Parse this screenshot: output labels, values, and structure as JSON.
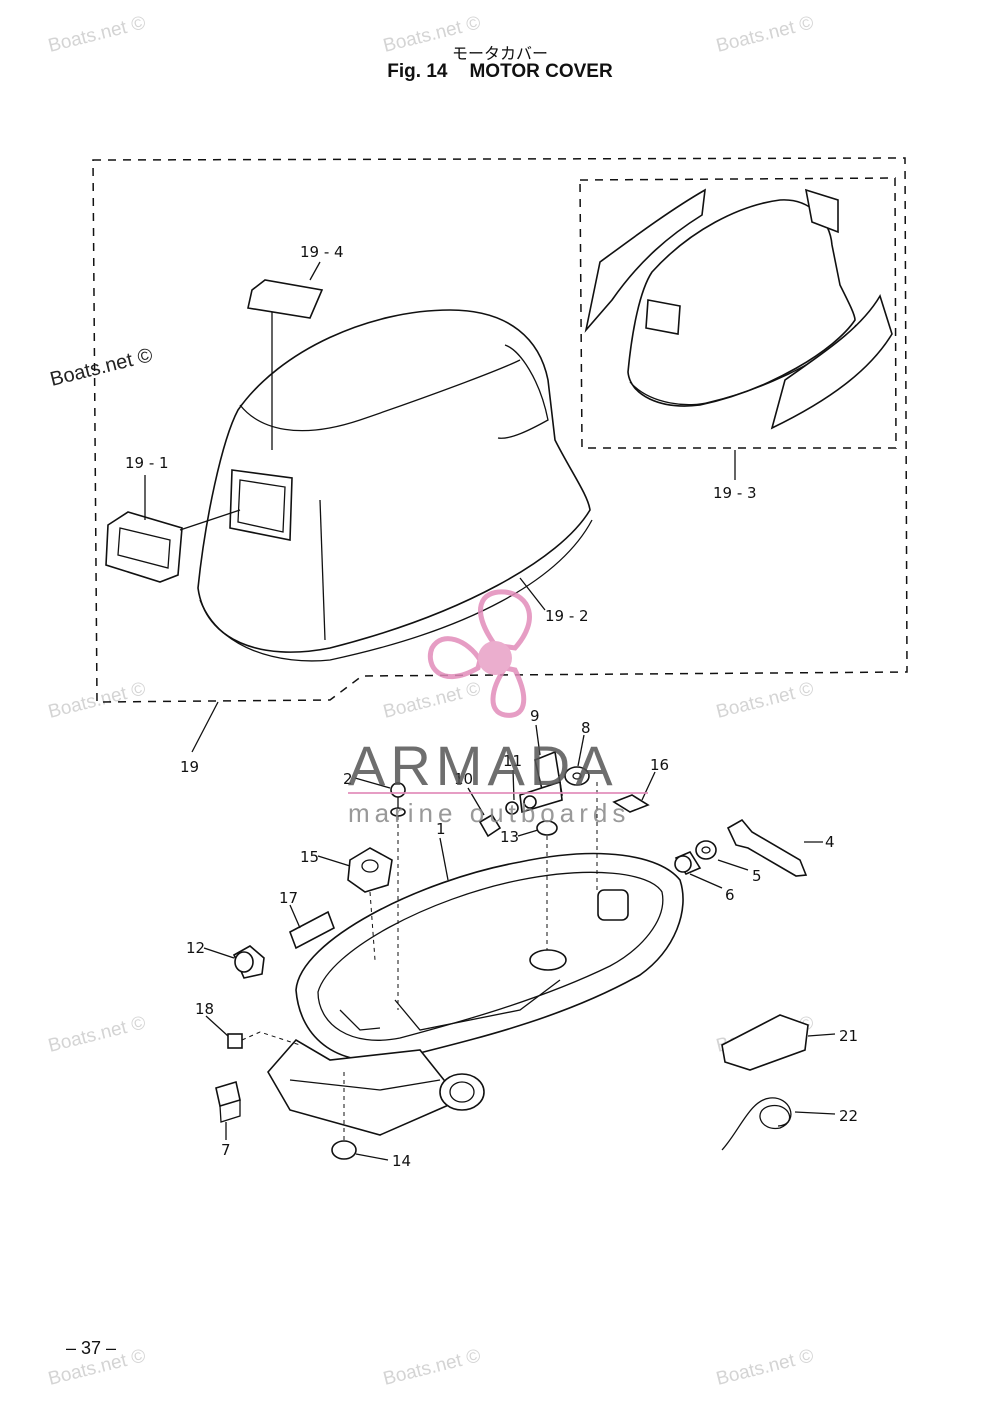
{
  "header": {
    "title_jp": "モータカバー",
    "fig_label": "Fig. 14",
    "title_en": "MOTOR COVER"
  },
  "page_number": "– 37 –",
  "watermark": {
    "text": "Boats.net ©",
    "dark_text": "Boats.net ©"
  },
  "logo": {
    "name": "ARMADA",
    "tagline": "marine outboards",
    "color": "#e28cba"
  },
  "callouts": [
    {
      "id": "19-4",
      "label": "19 - 4"
    },
    {
      "id": "19-1",
      "label": "19 - 1"
    },
    {
      "id": "19-3",
      "label": "19 - 3"
    },
    {
      "id": "19-2",
      "label": "19 - 2"
    },
    {
      "id": "19",
      "label": "19"
    },
    {
      "id": "9",
      "label": "9"
    },
    {
      "id": "8",
      "label": "8"
    },
    {
      "id": "2",
      "label": "2"
    },
    {
      "id": "10",
      "label": "10"
    },
    {
      "id": "11",
      "label": "11"
    },
    {
      "id": "16",
      "label": "16"
    },
    {
      "id": "1",
      "label": "1"
    },
    {
      "id": "13",
      "label": "13"
    },
    {
      "id": "15",
      "label": "15"
    },
    {
      "id": "4",
      "label": "4"
    },
    {
      "id": "5",
      "label": "5"
    },
    {
      "id": "6",
      "label": "6"
    },
    {
      "id": "17",
      "label": "17"
    },
    {
      "id": "12",
      "label": "12"
    },
    {
      "id": "18",
      "label": "18"
    },
    {
      "id": "21",
      "label": "21"
    },
    {
      "id": "22",
      "label": "22"
    },
    {
      "id": "7",
      "label": "7"
    },
    {
      "id": "14",
      "label": "14"
    }
  ]
}
